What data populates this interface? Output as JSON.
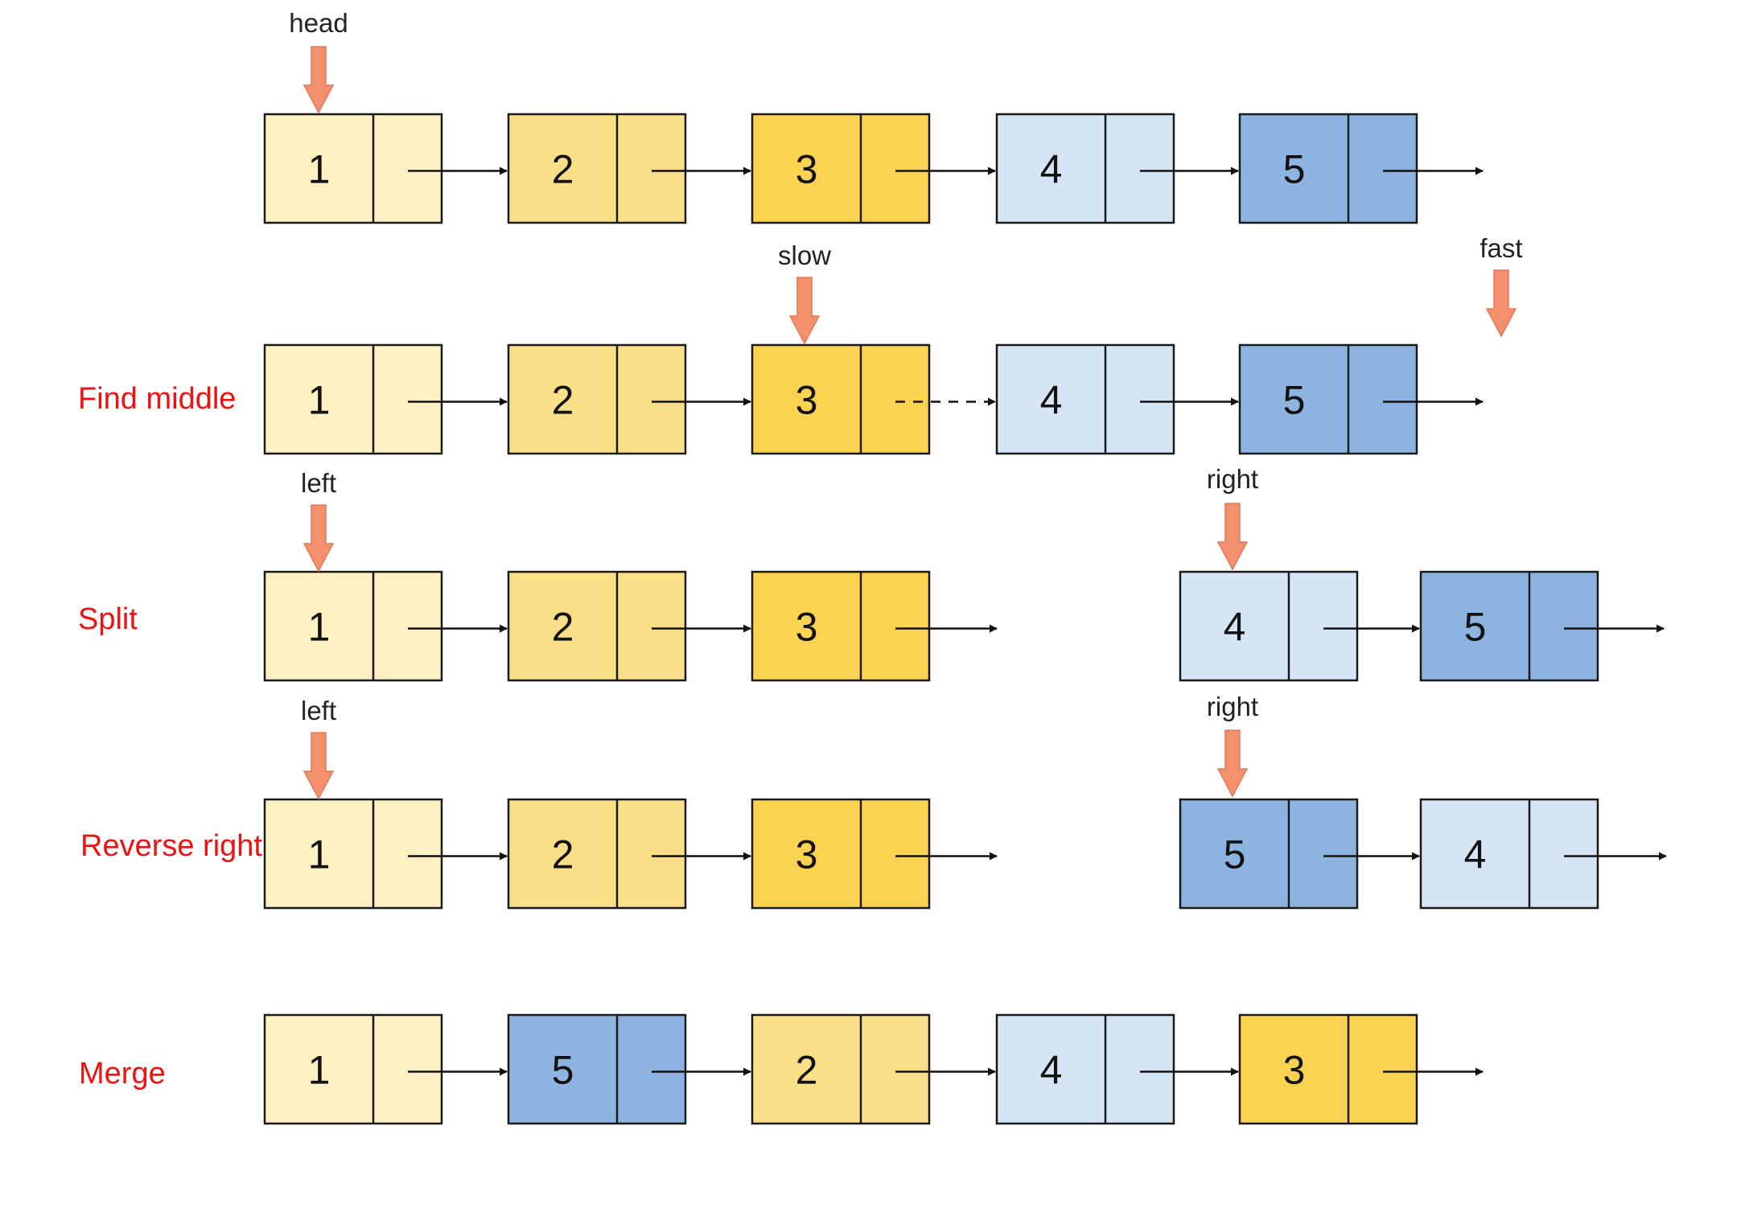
{
  "colors": {
    "n1": "#fdf0c3",
    "n2": "#fbdf88",
    "n3": "#fcd350",
    "n4": "#d6e5f5",
    "n5": "#8db4e0",
    "border": "#1a1a1a",
    "pointer": "#f4906e",
    "step_label": "#ee1111"
  },
  "rows": [
    {
      "label": "",
      "nodes": [
        {
          "value": "1",
          "color": "n1"
        },
        {
          "value": "2",
          "color": "n2"
        },
        {
          "value": "3",
          "color": "n3"
        },
        {
          "value": "4",
          "color": "n4"
        },
        {
          "value": "5",
          "color": "n5"
        }
      ],
      "pointers": [
        {
          "label": "head",
          "target": "node-0"
        }
      ]
    },
    {
      "label": "Find middle",
      "nodes": [
        {
          "value": "1",
          "color": "n1"
        },
        {
          "value": "2",
          "color": "n2"
        },
        {
          "value": "3",
          "color": "n3"
        },
        {
          "value": "4",
          "color": "n4"
        },
        {
          "value": "5",
          "color": "n5"
        }
      ],
      "pointers": [
        {
          "label": "slow",
          "target": "node-2"
        },
        {
          "label": "fast",
          "target": "end"
        }
      ]
    },
    {
      "label": "Split",
      "nodes": [
        {
          "value": "1",
          "color": "n1"
        },
        {
          "value": "2",
          "color": "n2"
        },
        {
          "value": "3",
          "color": "n3"
        },
        {
          "value": "4",
          "color": "n4"
        },
        {
          "value": "5",
          "color": "n5"
        }
      ],
      "pointers": [
        {
          "label": "left",
          "target": "node-0"
        },
        {
          "label": "right",
          "target": "node-3"
        }
      ]
    },
    {
      "label": "Reverse right",
      "nodes": [
        {
          "value": "1",
          "color": "n1"
        },
        {
          "value": "2",
          "color": "n2"
        },
        {
          "value": "3",
          "color": "n3"
        },
        {
          "value": "5",
          "color": "n5"
        },
        {
          "value": "4",
          "color": "n4"
        }
      ],
      "pointers": [
        {
          "label": "left",
          "target": "node-0"
        },
        {
          "label": "right",
          "target": "node-3"
        }
      ]
    },
    {
      "label": "Merge",
      "nodes": [
        {
          "value": "1",
          "color": "n1"
        },
        {
          "value": "5",
          "color": "n5"
        },
        {
          "value": "2",
          "color": "n2"
        },
        {
          "value": "4",
          "color": "n4"
        },
        {
          "value": "3",
          "color": "n3"
        }
      ],
      "pointers": []
    }
  ]
}
